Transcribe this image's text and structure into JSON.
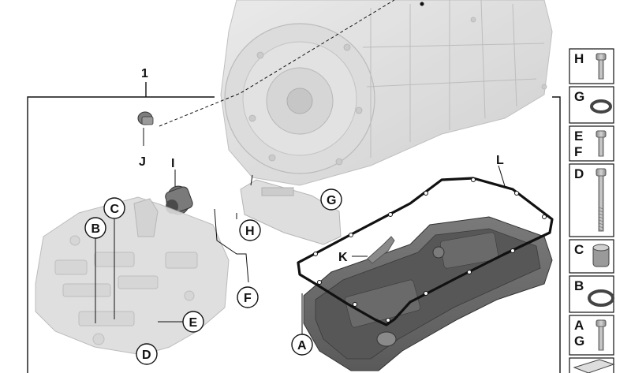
{
  "figure": {
    "assembly_number": "1",
    "callouts": {
      "J": "J",
      "I": "I",
      "C": "C",
      "B": "B",
      "H": "H",
      "G": "G",
      "L": "L",
      "K": "K",
      "F": "F",
      "E": "E",
      "D": "D",
      "A": "A"
    }
  },
  "sidebar": {
    "panels": [
      {
        "letters": [
          "H"
        ],
        "part": "bolt"
      },
      {
        "letters": [
          "G"
        ],
        "part": "o-ring"
      },
      {
        "letters": [
          "E",
          "F"
        ],
        "part": "bolt"
      },
      {
        "letters": [
          "D"
        ],
        "part": "long-bolt"
      },
      {
        "letters": [
          "C"
        ],
        "part": "sleeve"
      },
      {
        "letters": [
          "B"
        ],
        "part": "seal-ring"
      },
      {
        "letters": [
          "A",
          "G"
        ],
        "part": "bolt"
      }
    ]
  },
  "colors": {
    "line": "#111111",
    "ghost_part": "#d8d8d8",
    "pan": "#6f6f6f",
    "pan_dark": "#4a4a4a",
    "panel_part": "#b8b8b8"
  }
}
